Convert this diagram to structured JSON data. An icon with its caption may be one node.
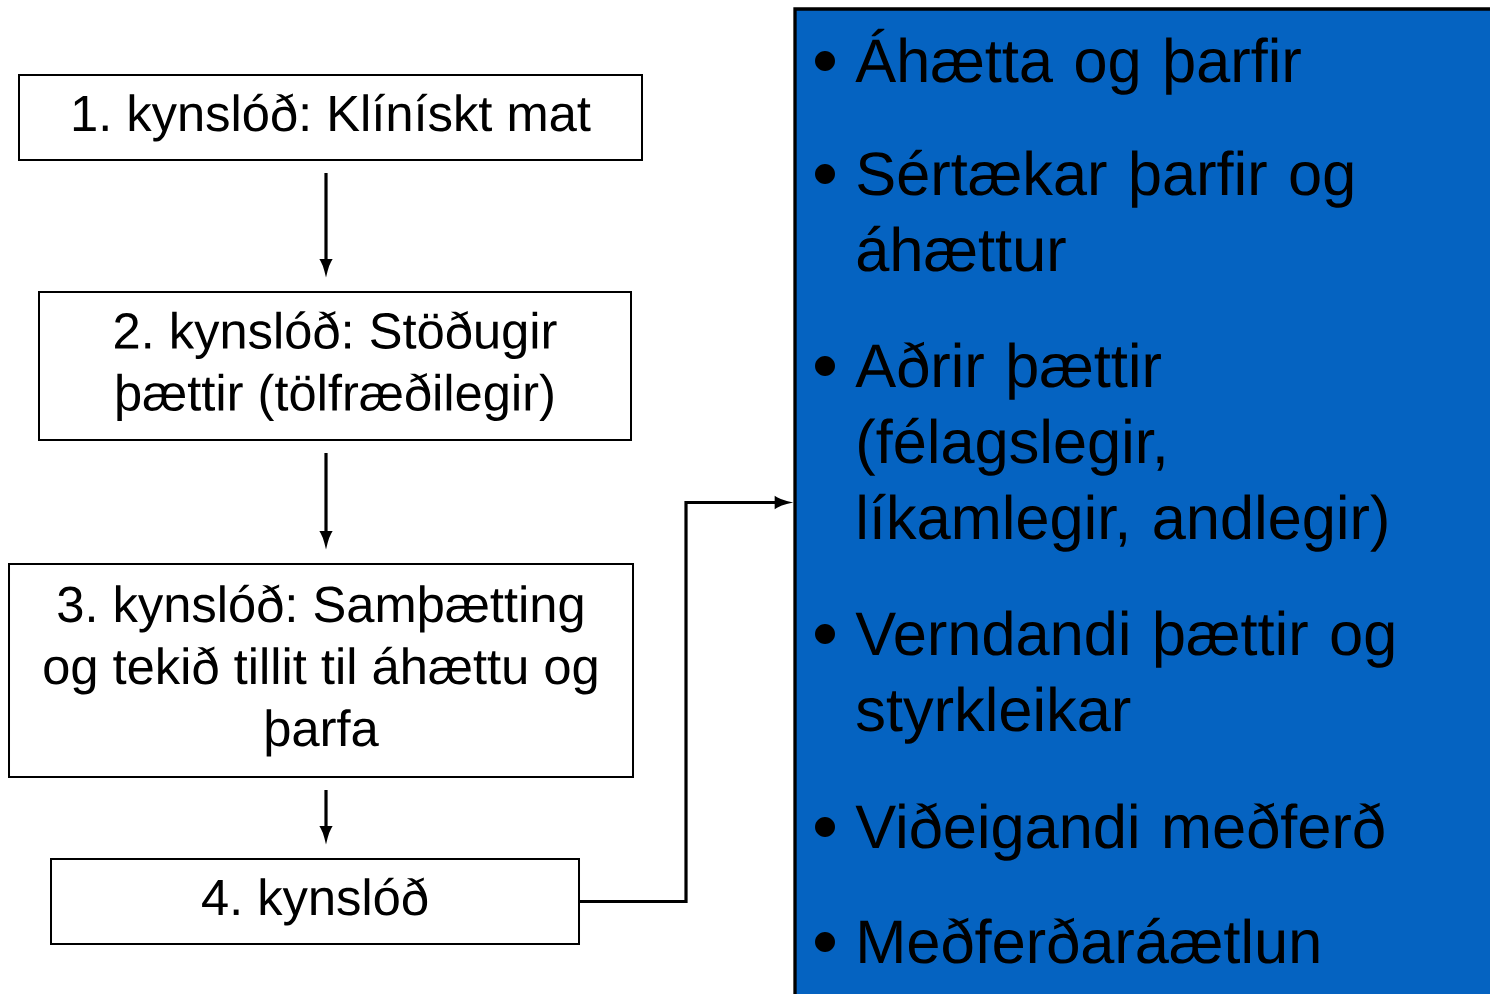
{
  "diagram": {
    "nodes": [
      {
        "text": [
          "1. kynslóð: Klínískt mat"
        ]
      },
      {
        "text": [
          "2. kynslóð: Stöðugir þættir (tölfræðilegir)"
        ]
      },
      {
        "text": [
          "3. kynslóð: Samþætting og tekið tillit til áhættu og þarfa"
        ]
      },
      {
        "text": [
          "4. kynslóð"
        ]
      },
      {
        "text": [
          "Áhætta og þarfir",
          "Sértækar þarfir og áhættur",
          "Aðrir þættir (félagslegir, líkamlegir, andlegir)",
          "Verndandi þættir og styrkleikar",
          "Viðeigandi meðferð",
          "Meðferðaráætlun"
        ]
      }
    ],
    "edges": [
      {
        "from": 0,
        "to": 1,
        "arrow": "to"
      },
      {
        "from": 1,
        "to": 2,
        "arrow": "to"
      },
      {
        "from": 2,
        "to": 3,
        "arrow": "to"
      },
      {
        "from": 3,
        "to": 4,
        "arrow": "to"
      }
    ]
  }
}
